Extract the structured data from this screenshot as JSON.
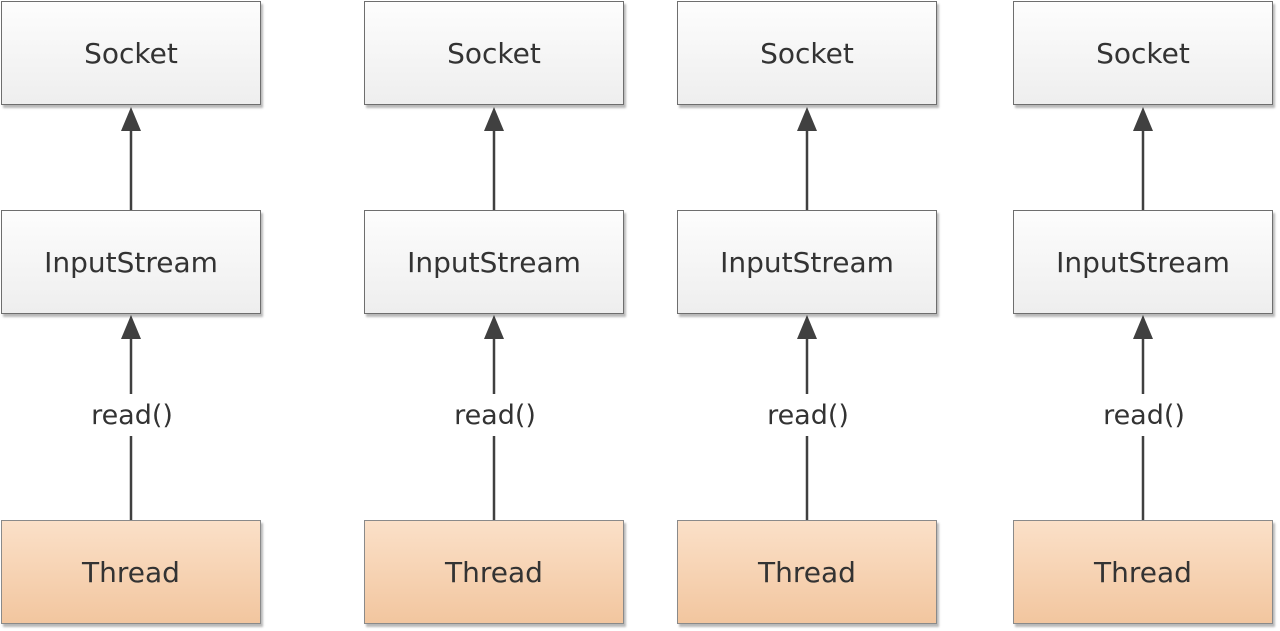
{
  "columns": [
    {
      "socket": "Socket",
      "input_stream": "InputStream",
      "call": "read()",
      "thread": "Thread"
    },
    {
      "socket": "Socket",
      "input_stream": "InputStream",
      "call": "read()",
      "thread": "Thread"
    },
    {
      "socket": "Socket",
      "input_stream": "InputStream",
      "call": "read()",
      "thread": "Thread"
    },
    {
      "socket": "Socket",
      "input_stream": "InputStream",
      "call": "read()",
      "thread": "Thread"
    }
  ],
  "colors": {
    "box_fill": "#f5f5f5",
    "box_border": "#6e6e6e",
    "thread_fill": "#f5cca8",
    "arrow": "#404040",
    "text": "#333333"
  }
}
